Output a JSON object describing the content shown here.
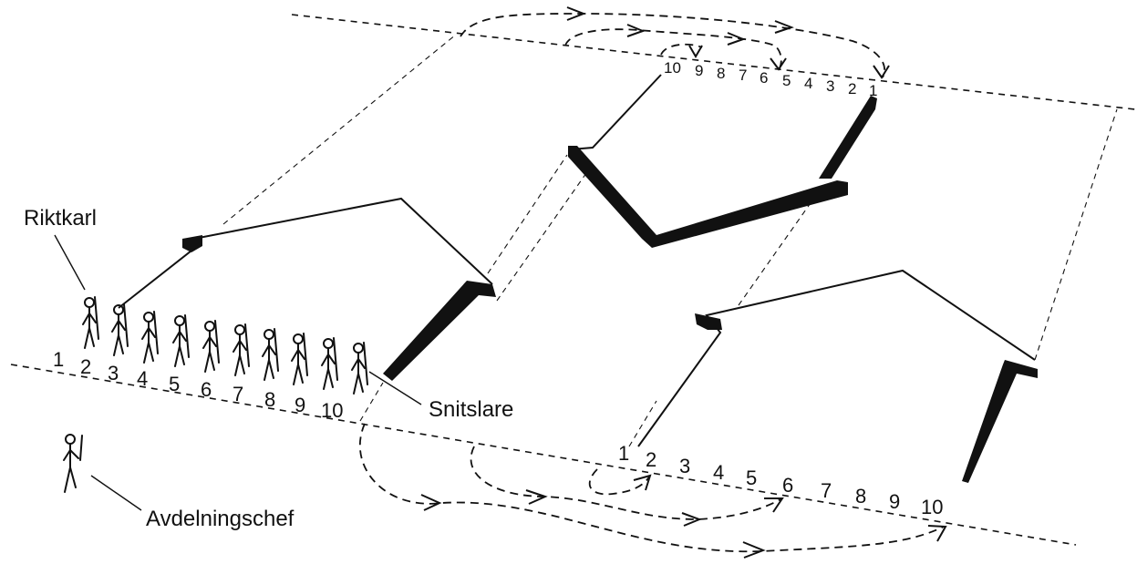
{
  "labels": {
    "riktkarl": "Riktkarl",
    "snitslare": "Snitslare",
    "avdelningschef": "Avdelningschef"
  },
  "rows": {
    "front_left": [
      "1",
      "2",
      "3",
      "4",
      "5",
      "6",
      "7",
      "8",
      "9",
      "10"
    ],
    "front_right": [
      "1",
      "2",
      "3",
      "4",
      "5",
      "6",
      "7",
      "8",
      "9",
      "10"
    ],
    "back": [
      "10",
      "9",
      "8",
      "7",
      "6",
      "5",
      "4",
      "3",
      "2",
      "1"
    ]
  }
}
